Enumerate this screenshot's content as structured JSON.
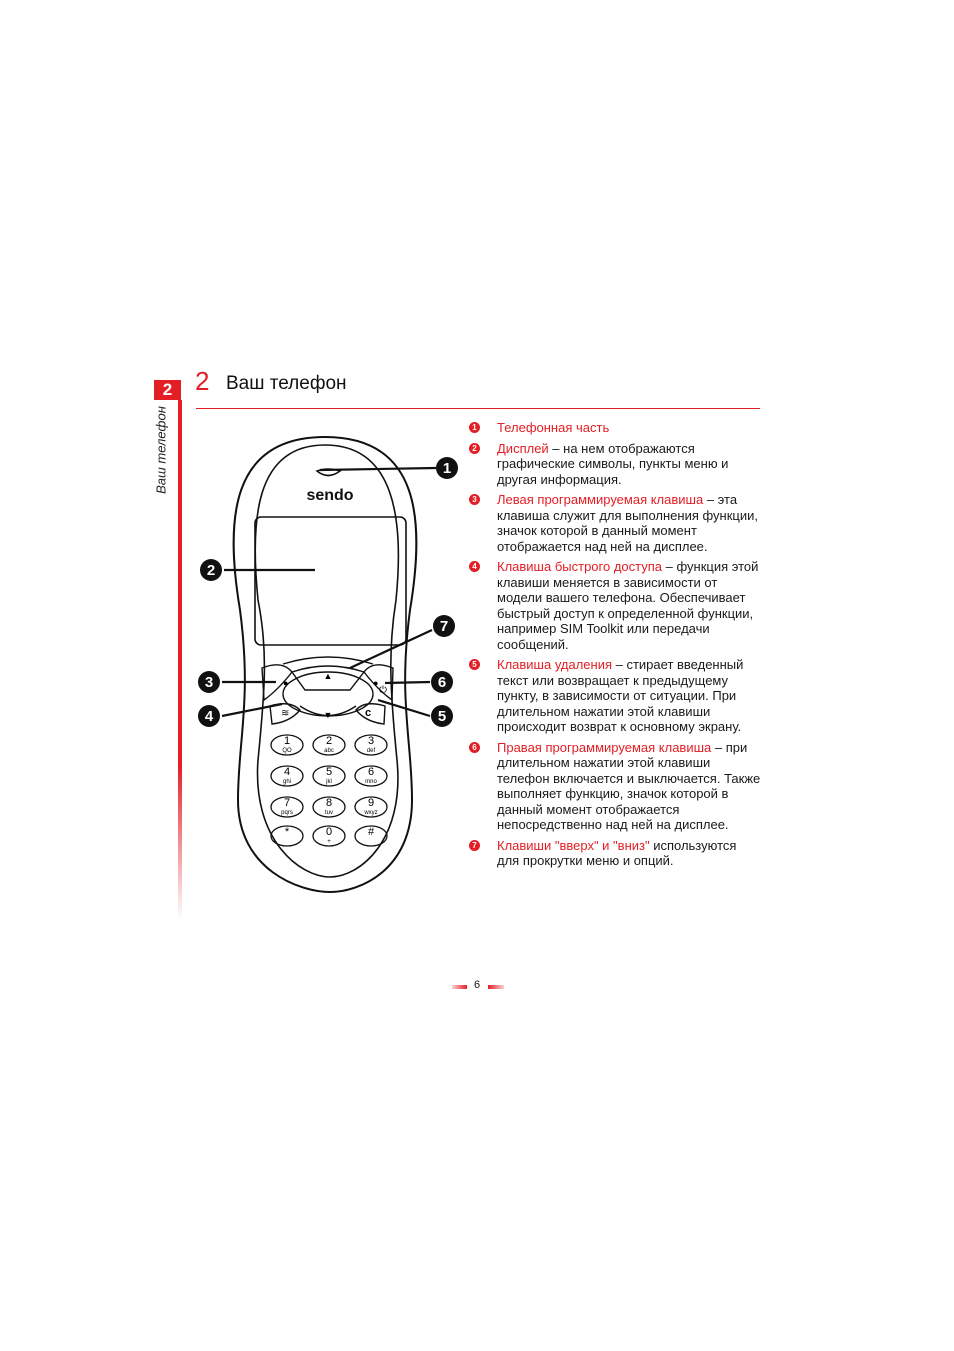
{
  "side_tab": {
    "number": "2",
    "label": "Ваш телефон"
  },
  "header": {
    "chapter_number": "2",
    "title": "Ваш телефон"
  },
  "figure": {
    "brand": "sendo",
    "callouts": [
      "1",
      "2",
      "3",
      "4",
      "5",
      "6",
      "7"
    ],
    "keys": [
      {
        "digit": "1",
        "letters": "QO"
      },
      {
        "digit": "2",
        "letters": "abc"
      },
      {
        "digit": "3",
        "letters": "def"
      },
      {
        "digit": "4",
        "letters": "ghi"
      },
      {
        "digit": "5",
        "letters": "jkl"
      },
      {
        "digit": "6",
        "letters": "mno"
      },
      {
        "digit": "7",
        "letters": "pqrs"
      },
      {
        "digit": "8",
        "letters": "tuv"
      },
      {
        "digit": "9",
        "letters": "wxyz"
      },
      {
        "digit": "*",
        "letters": ""
      },
      {
        "digit": "0",
        "letters": "+"
      },
      {
        "digit": "#",
        "letters": ""
      }
    ]
  },
  "legend": [
    {
      "num": "1",
      "term": "Телефонная часть",
      "desc": ""
    },
    {
      "num": "2",
      "term": "Дисплей",
      "desc": " – на нем отображаются графические символы, пункты меню и другая информация."
    },
    {
      "num": "3",
      "term": "Левая программируемая клавиша",
      "desc": " – эта клавиша служит для выполнения функции, значок которой в данный момент отображается над ней на дисплее."
    },
    {
      "num": "4",
      "term": "Клавиша быстрого доступа",
      "desc": " – функция этой клавиши меняется в зависимости от модели вашего телефона. Обеспечивает быстрый доступ к определенной функции, например SIM Toolkit или передачи сообщений."
    },
    {
      "num": "5",
      "term": "Клавиша удаления",
      "desc": " – стирает введенный текст или возвращает к предыдущему пункту, в зависимости от ситуации. При длительном нажатии этой клавиши происходит возврат к основному экрану."
    },
    {
      "num": "6",
      "term": "Правая программируемая клавиша",
      "desc": " – при длительном нажатии этой клавиши телефон включается и выключается. Также выполняет функцию, значок которой в данный момент отображается непосредственно над ней на дисплее."
    },
    {
      "num": "7",
      "term": "Клавиши \"вверх\" и \"вниз\"",
      "desc": " используются для прокрутки меню и опций."
    }
  ],
  "footer": {
    "page_number": "6"
  },
  "colors": {
    "accent": "#e31e24"
  }
}
